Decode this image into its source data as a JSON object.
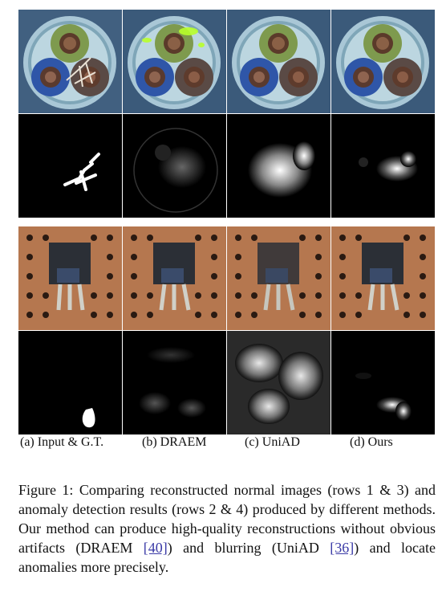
{
  "subfigure_labels": {
    "a": "(a) Input & G.T.",
    "b": "(b) DRAEM",
    "c": "(c) UniAD",
    "d": "(d) Ours"
  },
  "caption": {
    "prefix": "Figure 1: Comparing reconstructed normal images (rows 1 & 3) and anomaly detection results (rows 2 & 4) produced by different methods. Our method can produce high-quality reconstructions without obvious artifacts (DRAEM ",
    "ref1": "[40]",
    "middle": ") and blurring (UniAD ",
    "ref2": "[36]",
    "suffix": ") and locate anomalies more precisely."
  }
}
